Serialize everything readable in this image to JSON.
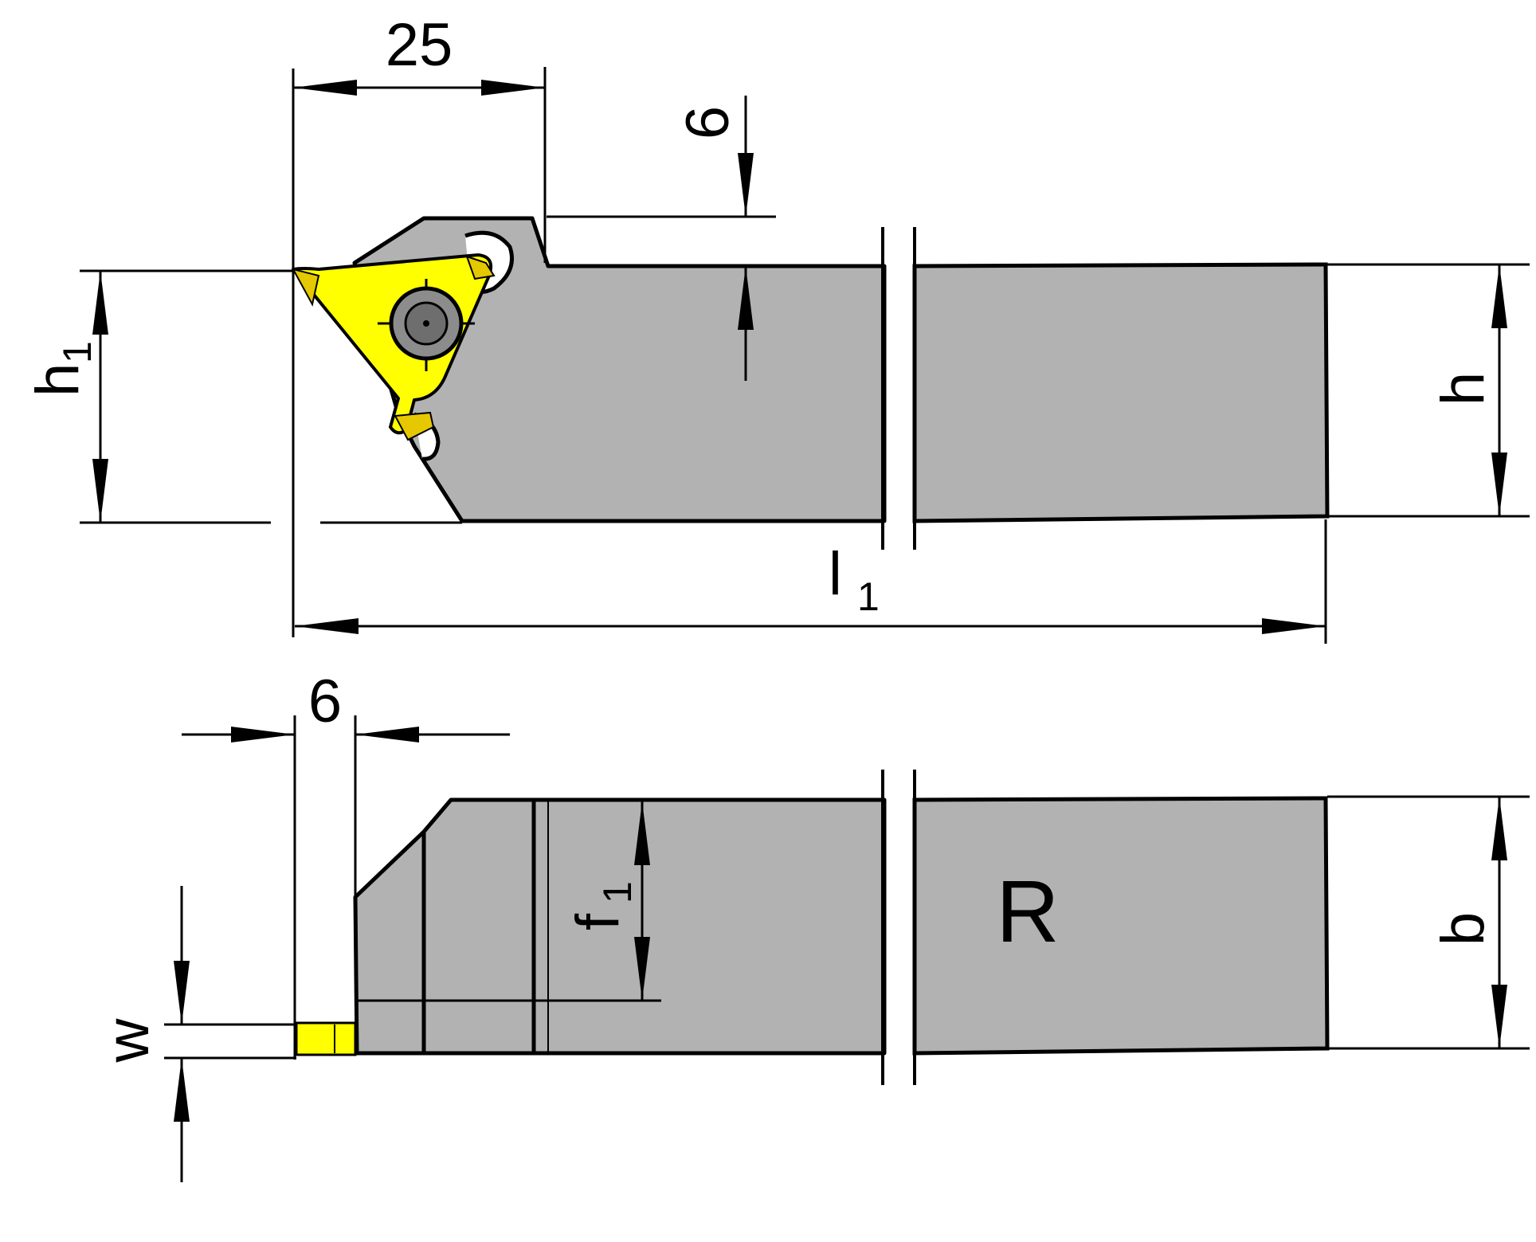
{
  "colors": {
    "body": "#b2b2b2",
    "insert": "#ffff00",
    "insert_shade": "#e6c800",
    "outline": "#000000",
    "background": "#ffffff",
    "screw": "#8c8c8c"
  },
  "labels": {
    "top_length": "25",
    "top_clamp_offset": "6",
    "h1_main": "h",
    "h1_sub": "1",
    "h": "h",
    "l1_main": "l",
    "l1_sub": "1",
    "bottom_offset": "6",
    "f1_main": "f",
    "f1_sub": "1",
    "hand": "R",
    "b": "b",
    "w": "w"
  }
}
